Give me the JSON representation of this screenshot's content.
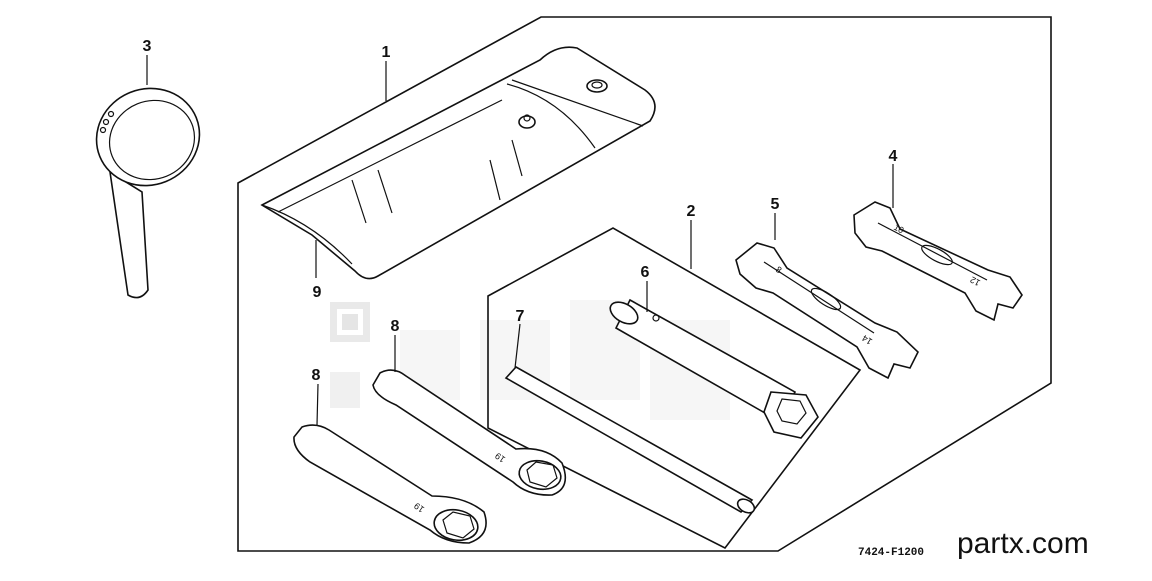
{
  "diagram": {
    "callouts": {
      "c1": "1",
      "c2": "2",
      "c3": "3",
      "c4": "4",
      "c5": "5",
      "c6": "6",
      "c7": "7",
      "c8a": "8",
      "c8b": "8",
      "c9": "9"
    },
    "wrench_marks": {
      "w4_a": "10",
      "w4_b": "12",
      "w5_a": "8",
      "w5_b": "14",
      "ring_top": "19",
      "ring_bottom": "19"
    },
    "reference_code": "7424-F1200",
    "watermark": "partx.com"
  },
  "colors": {
    "line": "#111111",
    "background": "#ffffff",
    "watermark": "#d4d4d4"
  }
}
